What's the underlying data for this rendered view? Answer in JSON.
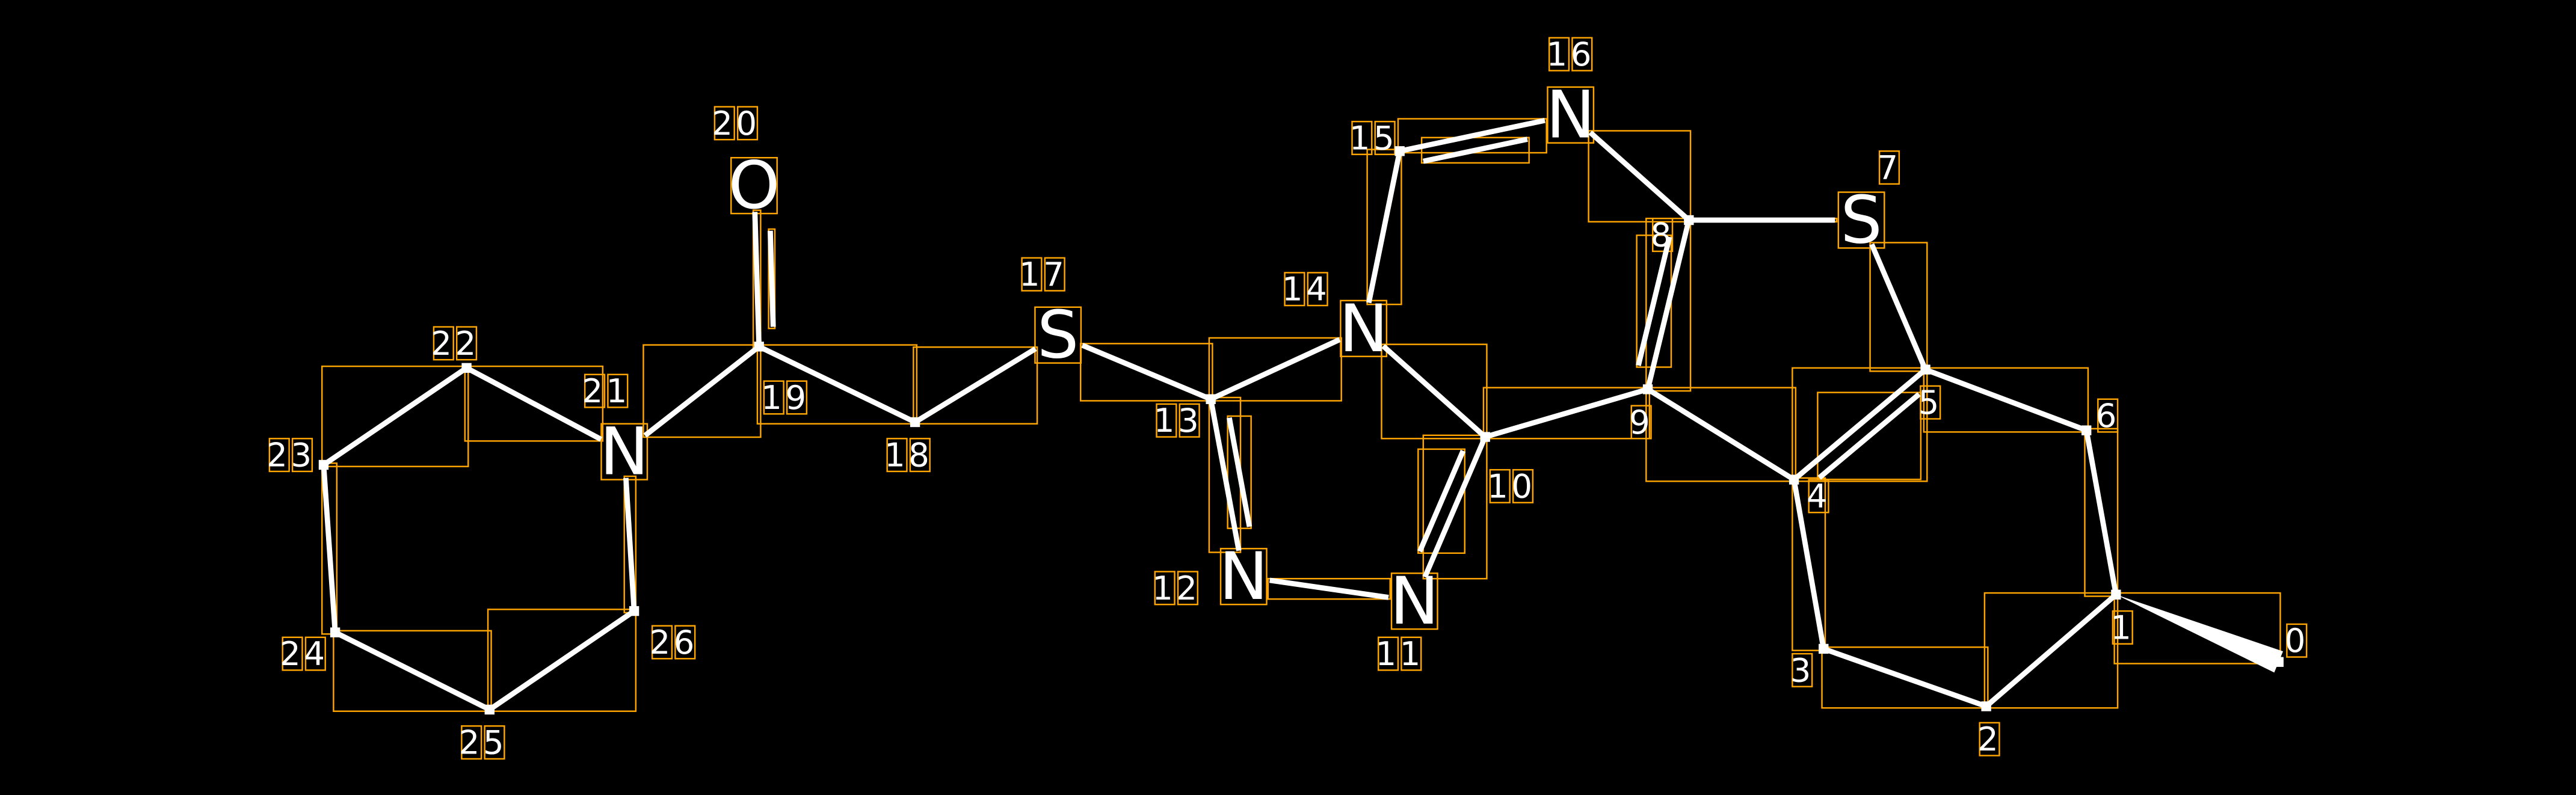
{
  "colors": {
    "background": "#000000",
    "bond": "#ffffff",
    "box": "#FFA500"
  },
  "atoms": [
    {
      "index": "0",
      "element": "C"
    },
    {
      "index": "1",
      "element": "C"
    },
    {
      "index": "2",
      "element": "C"
    },
    {
      "index": "3",
      "element": "C"
    },
    {
      "index": "4",
      "element": "C"
    },
    {
      "index": "5",
      "element": "C"
    },
    {
      "index": "6",
      "element": "C"
    },
    {
      "index": "7",
      "element": "S"
    },
    {
      "index": "8",
      "element": "C"
    },
    {
      "index": "9",
      "element": "C"
    },
    {
      "index": "10",
      "element": "C"
    },
    {
      "index": "11",
      "element": "N"
    },
    {
      "index": "12",
      "element": "N"
    },
    {
      "index": "13",
      "element": "C"
    },
    {
      "index": "14",
      "element": "N"
    },
    {
      "index": "15",
      "element": "C"
    },
    {
      "index": "16",
      "element": "N"
    },
    {
      "index": "17",
      "element": "S"
    },
    {
      "index": "18",
      "element": "C"
    },
    {
      "index": "19",
      "element": "C"
    },
    {
      "index": "20",
      "element": "O"
    },
    {
      "index": "21",
      "element": "N"
    },
    {
      "index": "22",
      "element": "C"
    },
    {
      "index": "23",
      "element": "C"
    },
    {
      "index": "24",
      "element": "C"
    },
    {
      "index": "25",
      "element": "C"
    },
    {
      "index": "26",
      "element": "C"
    }
  ],
  "bonds": [
    {
      "a": 1,
      "b": 0,
      "order": 1,
      "stereo": "wedge"
    },
    {
      "a": 1,
      "b": 2,
      "order": 1
    },
    {
      "a": 2,
      "b": 3,
      "order": 1
    },
    {
      "a": 3,
      "b": 4,
      "order": 1
    },
    {
      "a": 4,
      "b": 5,
      "order": 2
    },
    {
      "a": 5,
      "b": 6,
      "order": 1
    },
    {
      "a": 6,
      "b": 1,
      "order": 1
    },
    {
      "a": 5,
      "b": 7,
      "order": 1
    },
    {
      "a": 7,
      "b": 8,
      "order": 1
    },
    {
      "a": 8,
      "b": 9,
      "order": 2
    },
    {
      "a": 9,
      "b": 4,
      "order": 1
    },
    {
      "a": 9,
      "b": 10,
      "order": 1
    },
    {
      "a": 10,
      "b": 11,
      "order": 2
    },
    {
      "a": 11,
      "b": 12,
      "order": 1
    },
    {
      "a": 12,
      "b": 13,
      "order": 2
    },
    {
      "a": 13,
      "b": 14,
      "order": 1
    },
    {
      "a": 14,
      "b": 10,
      "order": 1
    },
    {
      "a": 14,
      "b": 15,
      "order": 1
    },
    {
      "a": 15,
      "b": 16,
      "order": 2
    },
    {
      "a": 16,
      "b": 8,
      "order": 1
    },
    {
      "a": 13,
      "b": 17,
      "order": 1
    },
    {
      "a": 17,
      "b": 18,
      "order": 1
    },
    {
      "a": 18,
      "b": 19,
      "order": 1
    },
    {
      "a": 19,
      "b": 20,
      "order": 2
    },
    {
      "a": 19,
      "b": 21,
      "order": 1
    },
    {
      "a": 21,
      "b": 22,
      "order": 1
    },
    {
      "a": 22,
      "b": 23,
      "order": 1
    },
    {
      "a": 23,
      "b": 24,
      "order": 1
    },
    {
      "a": 24,
      "b": 25,
      "order": 1
    },
    {
      "a": 25,
      "b": 26,
      "order": 1
    },
    {
      "a": 26,
      "b": 21,
      "order": 1
    }
  ]
}
